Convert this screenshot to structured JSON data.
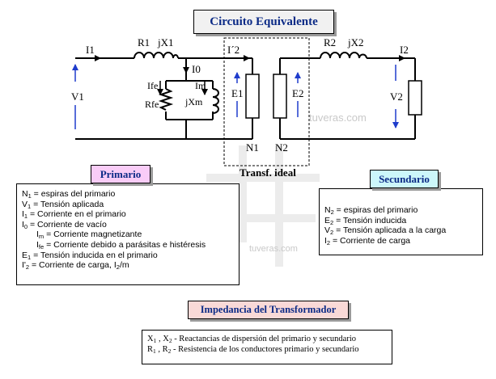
{
  "title": "Circuito Equivalente",
  "watermark": [
    "tuveras.com",
    "tuveras.com"
  ],
  "circuit": {
    "R1": "R1",
    "jX1": "jX1",
    "I1": "I1",
    "I0": "I0",
    "I2p": "I´2",
    "Ife": "Ife",
    "Im": "Im",
    "Rfe": "Rfe",
    "jXm": "jXm",
    "V1": "V1",
    "E1": "E1",
    "E2": "E2",
    "R2": "R2",
    "jX2": "jX2",
    "I2": "I2",
    "V2": "V2",
    "N1": "N1",
    "N2": "N2",
    "ideal_label": "Transf. ideal"
  },
  "primario": {
    "title": "Primario",
    "lines": [
      {
        "sym": "N",
        "sub": "1",
        "text": " =  espiras del primario"
      },
      {
        "sym": "V",
        "sub": "1",
        "text": " = Tensión aplicada"
      },
      {
        "sym": "I",
        "sub": "1",
        "text": " = Corriente en el primario"
      },
      {
        "sym": "I",
        "sub": "0",
        "text": " = Corriente de vacío"
      },
      {
        "sym": "I",
        "sub": "m",
        "text": " = Corriente magnetizante",
        "indent": true
      },
      {
        "sym": "I",
        "sub": "fe",
        "text": " = Corriente debido a parásitas e histéresis",
        "indent": true
      },
      {
        "sym": "E",
        "sub": "1",
        "text": " = Tensión inducida en el primario"
      },
      {
        "sym": "I'",
        "sub": "2",
        "text": " = Corriente de carga, I",
        "sub2": "2",
        "tail": "/m"
      }
    ]
  },
  "secundario": {
    "title": "Secundario",
    "lines": [
      {
        "sym": "N",
        "sub": "2",
        "text": " =  espiras del primario"
      },
      {
        "sym": "E",
        "sub": "2",
        "text": " = Tensión inducida"
      },
      {
        "sym": "V",
        "sub": "2",
        "text": " = Tensión aplicada a la carga"
      },
      {
        "sym": "I",
        "sub": "2",
        "text": " = Corriente de carga"
      }
    ]
  },
  "impedancia": {
    "title": "Impedancia del Transformador",
    "lines": [
      {
        "a": "X",
        "as": "1",
        "b": " , X",
        "bs": "2",
        "text": " -  Reactancias de dispersión del primario y secundario"
      },
      {
        "a": "R",
        "as": "1",
        "b": " , R",
        "bs": "2",
        "text": " -  Resistencia de los conductores primario y secundario"
      }
    ]
  },
  "colors": {
    "title_text": "#0b2a86",
    "title_bg": "#f1f1f1",
    "primario_bg": "#f9ccf7",
    "secundario_bg": "#ccf7fa",
    "impedancia_bg": "#f9d9d7",
    "arrow": "#1f3ccc",
    "watermark": "#c9c9c9"
  }
}
